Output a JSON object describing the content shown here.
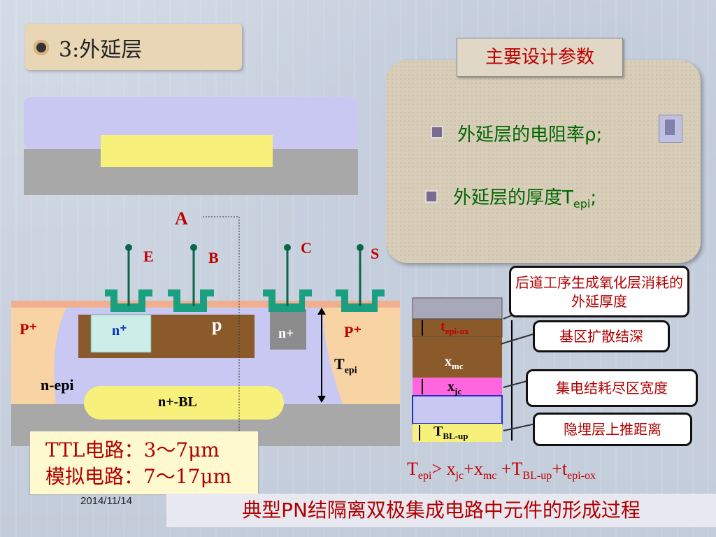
{
  "title": "3:外延层",
  "params": {
    "heading": "主要设计参数",
    "item1": "外延层的电阻率ρ;",
    "item2_prefix": "外延层的厚度T",
    "item2_sub": "epi",
    "item2_suffix": ";"
  },
  "cross_section": {
    "label_A": "A",
    "label_E": "E",
    "label_B": "B",
    "label_C": "C",
    "label_S": "S",
    "label_p": "p",
    "label_n_plus_emitter": "n⁺",
    "label_n_plus_collector": "n+",
    "label_P_plus_left": "P⁺",
    "label_P_plus_right": "P⁺",
    "label_n_epi": "n-epi",
    "label_n_bl": "n+-BL",
    "label_tepi": "T",
    "label_tepi_sub": "epi"
  },
  "stack": {
    "t_epi_ox": "t",
    "t_epi_ox_sub": "epi-ox",
    "x_mc": "x",
    "x_mc_sub": "mc",
    "x_jc": "x",
    "x_jc_sub": "jc",
    "t_bl_up": "T",
    "t_bl_up_sub": "BL-up"
  },
  "callouts": {
    "c1": "后道工序生成氧化层消耗的外延厚度",
    "c2": "基区扩散结深",
    "c3": "集电结耗尽区宽度",
    "c4": "隐埋层上推距离"
  },
  "formula": {
    "p1": "T",
    "p1_sub": "epi",
    "p2": "> x",
    "p2_sub": "jc",
    "p3": "+x",
    "p3_sub": "mc",
    "p4": " +T",
    "p4_sub": "BL-up",
    "p5": "+t",
    "p5_sub": "epi-ox"
  },
  "ttl": {
    "line1": "TTL电路：3～7μm",
    "line2": "模拟电路：7～17μm"
  },
  "date": "2014/11/14",
  "footer": "典型PN结隔离双极集成电路中元件的形成过程",
  "icons": [
    "bullet-icon",
    "document-icon",
    "title-bullet-icon"
  ]
}
